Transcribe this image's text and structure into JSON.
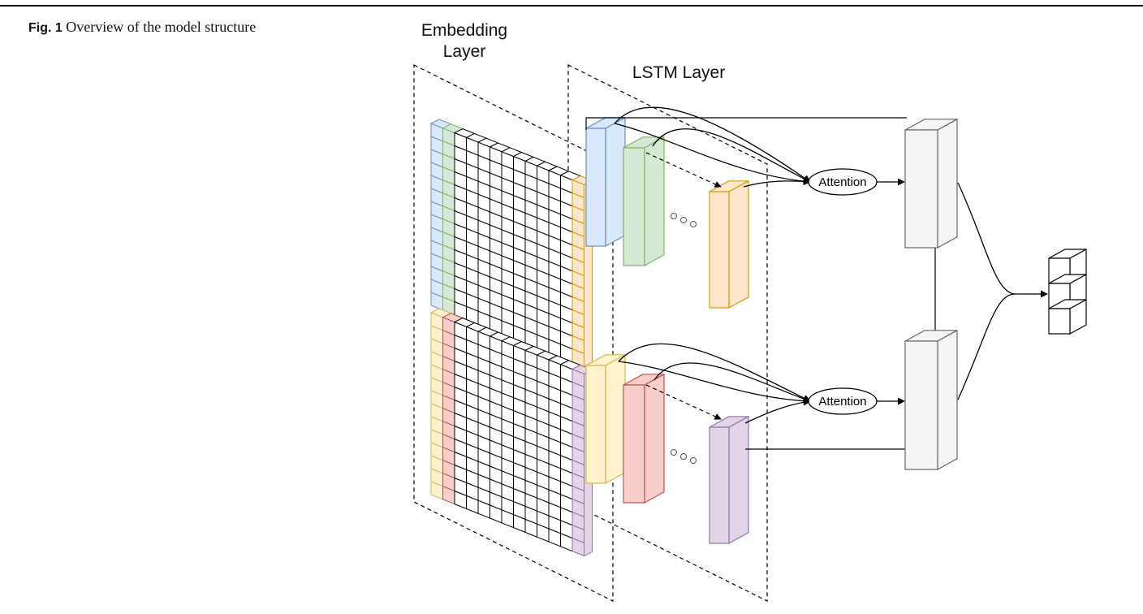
{
  "caption": {
    "label": "Fig. 1",
    "text": "Overview of the model structure"
  },
  "diagram": {
    "embedding_label_line1": "Embedding",
    "embedding_label_line2": "Layer",
    "lstm_label": "LSTM Layer",
    "attention_top": "Attention",
    "attention_bottom": "Attention"
  },
  "colors": {
    "blue": "#dae8fc",
    "blue_stroke": "#6c8ebf",
    "green": "#d5e8d4",
    "green_stroke": "#82b366",
    "orange": "#ffe6cc",
    "orange_stroke": "#d79b00",
    "yellow": "#fff2cc",
    "yellow_stroke": "#d6b656",
    "red": "#f8cecc",
    "red_stroke": "#b85450",
    "purple": "#e1d5e7",
    "purple_stroke": "#9673a6",
    "gray": "#f5f5f5",
    "gray_stroke": "#666666"
  }
}
